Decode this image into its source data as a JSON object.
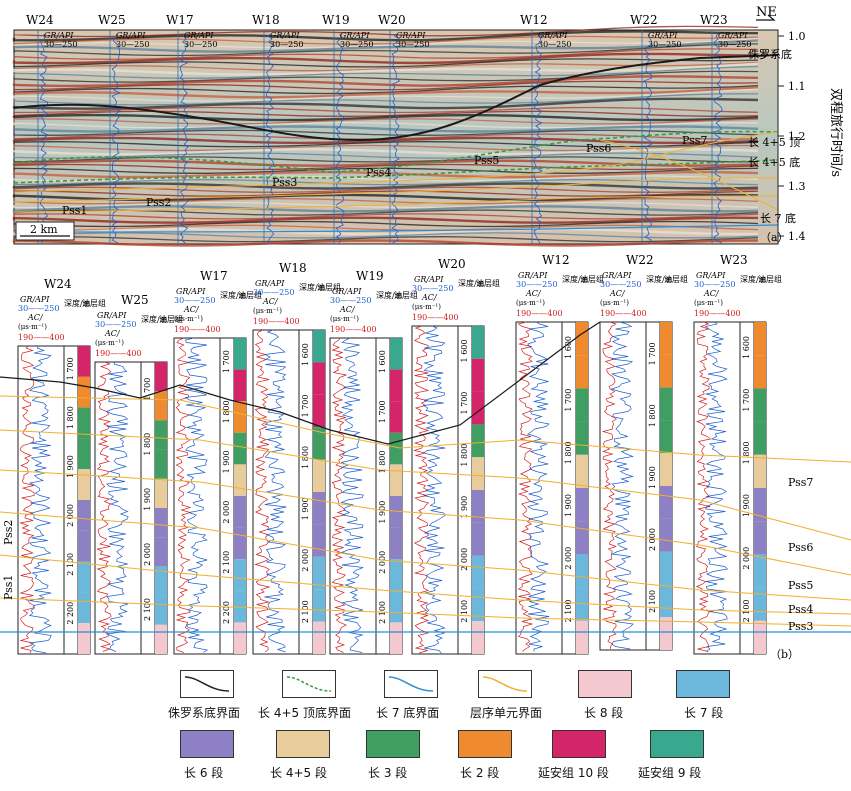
{
  "panel_a": {
    "direction": "NE",
    "panel_label": "（a）",
    "scale_bar": "2 km",
    "axis_label": "双程旅行时间/s",
    "time_ticks": [
      "1.0",
      "1.1",
      "1.2",
      "1.3",
      "1.4"
    ],
    "log_header_top": "GR/API",
    "log_header_range": "30—250",
    "wells": [
      "W24",
      "W25",
      "W17",
      "W18",
      "W19",
      "W20",
      "W12",
      "W22",
      "W23"
    ],
    "boundary_labels": [
      "侏罗系底",
      "长 4+5 顶",
      "长 4+5 底",
      "长 7 底"
    ],
    "unit_labels": [
      "Pss1",
      "Pss2",
      "Pss3",
      "Pss4",
      "Pss5",
      "Pss6",
      "Pss7"
    ]
  },
  "panel_b": {
    "panel_label": "（b）",
    "gr_label": "GR/API",
    "gr_range": "30——250",
    "ac_label": "AC/",
    "ac_unit": "(μs·m⁻¹)",
    "ac_range": "190——400",
    "depth_label": "深度/m",
    "strat_label": "油层组",
    "wells": [
      {
        "name": "W24",
        "ticks": [
          "1 700",
          "1 800",
          "1 900",
          "2 000",
          "2 100",
          "2 200"
        ]
      },
      {
        "name": "W25",
        "ticks": [
          "1 700",
          "1 800",
          "1 900",
          "2 000",
          "2 100"
        ]
      },
      {
        "name": "W17",
        "ticks": [
          "1 700",
          "1 800",
          "1 900",
          "2 000",
          "2 100",
          "2 200"
        ]
      },
      {
        "name": "W18",
        "ticks": [
          "1 600",
          "1 700",
          "1 800",
          "1 900",
          "2 000",
          "2 100"
        ]
      },
      {
        "name": "W19",
        "ticks": [
          "1 600",
          "1 700",
          "1 800",
          "1 900",
          "2 000",
          "2 100"
        ]
      },
      {
        "name": "W20",
        "ticks": [
          "1 600",
          "1 700",
          "1 800",
          "1 900",
          "2 000",
          "2 100"
        ]
      },
      {
        "name": "W12",
        "ticks": [
          "1 600",
          "1 700",
          "1 800",
          "1 900",
          "2 000",
          "2 100"
        ]
      },
      {
        "name": "W22",
        "ticks": [
          "1 700",
          "1 800",
          "1 900",
          "2 000",
          "2 100"
        ]
      },
      {
        "name": "W23",
        "ticks": [
          "1 600",
          "1 700",
          "1 800",
          "1 900",
          "2 000",
          "2 100"
        ]
      }
    ],
    "unit_labels": [
      "Pss7",
      "Pss6",
      "Pss5",
      "Pss4",
      "Pss3",
      "Pss2",
      "Pss1"
    ]
  },
  "legend": {
    "items": [
      {
        "label": "侏罗系底界面",
        "kind": "line",
        "color": "#222222"
      },
      {
        "label": "长 4+5 顶底界面",
        "kind": "dash",
        "color": "#3a9a3a"
      },
      {
        "label": "长 7 底界面",
        "kind": "line",
        "color": "#2a8fd6"
      },
      {
        "label": "层序单元界面",
        "kind": "line",
        "color": "#f0b030"
      },
      {
        "label": "长 8 段",
        "kind": "fill",
        "color": "#f3c9cf"
      },
      {
        "label": "长 7 段",
        "kind": "fill",
        "color": "#6cb7dc"
      },
      {
        "label": "长 6 段",
        "kind": "fill",
        "color": "#8e80c4"
      },
      {
        "label": "长 4+5 段",
        "kind": "fill",
        "color": "#e8cc9c"
      },
      {
        "label": "长 3 段",
        "kind": "fill",
        "color": "#3f9e62"
      },
      {
        "label": "长 2 段",
        "kind": "fill",
        "color": "#ef8a2e"
      },
      {
        "label": "延安组 10 段",
        "kind": "fill",
        "color": "#d4246a"
      },
      {
        "label": "延安组 9 段",
        "kind": "fill",
        "color": "#3aa88e"
      }
    ]
  }
}
